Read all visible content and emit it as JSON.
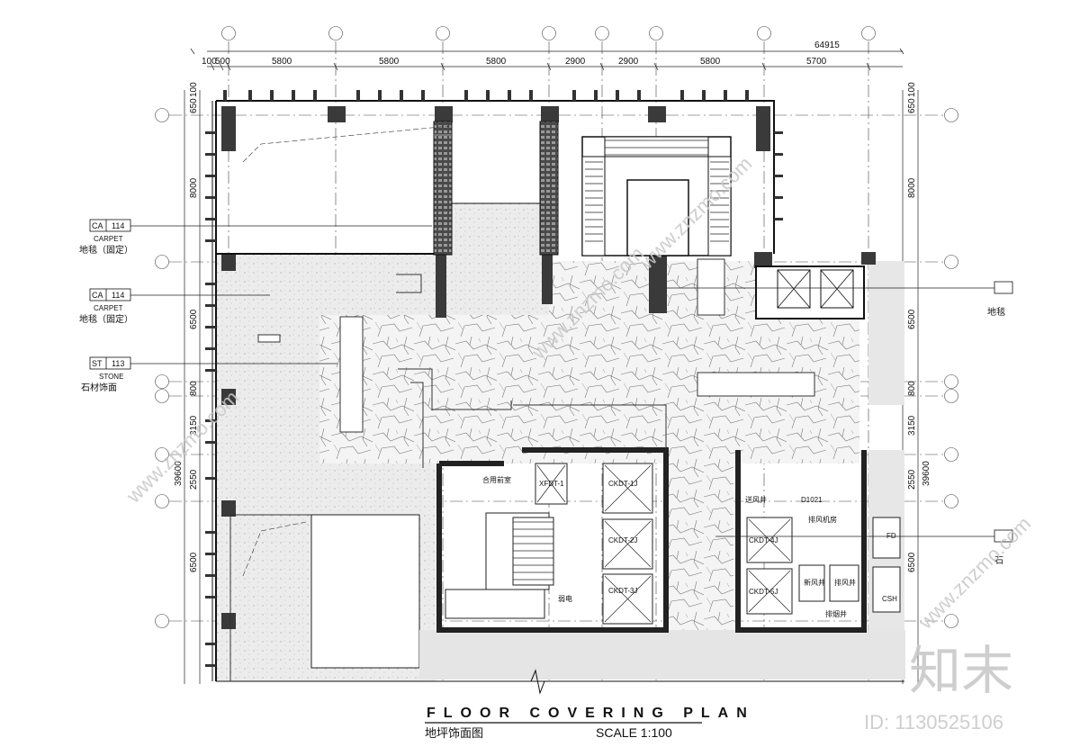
{
  "title": "FLOOR  COVERING  PLAN",
  "subtitle_cn": "地坪饰面图",
  "scale": "SCALE  1:100",
  "overall_dim": "64915",
  "top_dims": [
    "100",
    "500",
    "5800",
    "5800",
    "5800",
    "2900",
    "2900",
    "5800",
    "5700"
  ],
  "left_dims": [
    "650",
    "100",
    "8000",
    "6500",
    "800",
    "3150",
    "2550",
    "6500"
  ],
  "left_total": "39600",
  "right_dims": [
    "650",
    "100",
    "8000",
    "6500",
    "800",
    "3150",
    "2550",
    "6500"
  ],
  "right_total": "39600",
  "callouts": [
    {
      "code": "CA",
      "num": "114",
      "en": "CARPET",
      "cn": "地毯（固定）"
    },
    {
      "code": "CA",
      "num": "114",
      "en": "CARPET",
      "cn": "地毯（固定）"
    },
    {
      "code": "ST",
      "num": "113",
      "en": "STONE",
      "cn": "石材饰面"
    }
  ],
  "right_callouts": [
    "地毯",
    "石"
  ],
  "rooms": {
    "multi_use": "合用前室",
    "xfdt": "XFDT-1",
    "ckdt1": "CKDT-1J",
    "ckdt2": "CKDT-2J",
    "ckdt3": "CKDT-3J",
    "ckdt4": "CKDT-4J",
    "ckdt5": "CKDT-5J",
    "weak": "弱电",
    "exhaust_room": "排风机房",
    "fresh_air": "新风井",
    "exhaust_shaft": "排风井",
    "smoke_shaft": "排烟井",
    "d1021": "D1021",
    "ssj": "送风井",
    "csh": "CSH",
    "fd": "FD"
  },
  "watermark": {
    "brand": "知末",
    "site": "www.znzmo.com",
    "id": "ID: 1130525106"
  }
}
